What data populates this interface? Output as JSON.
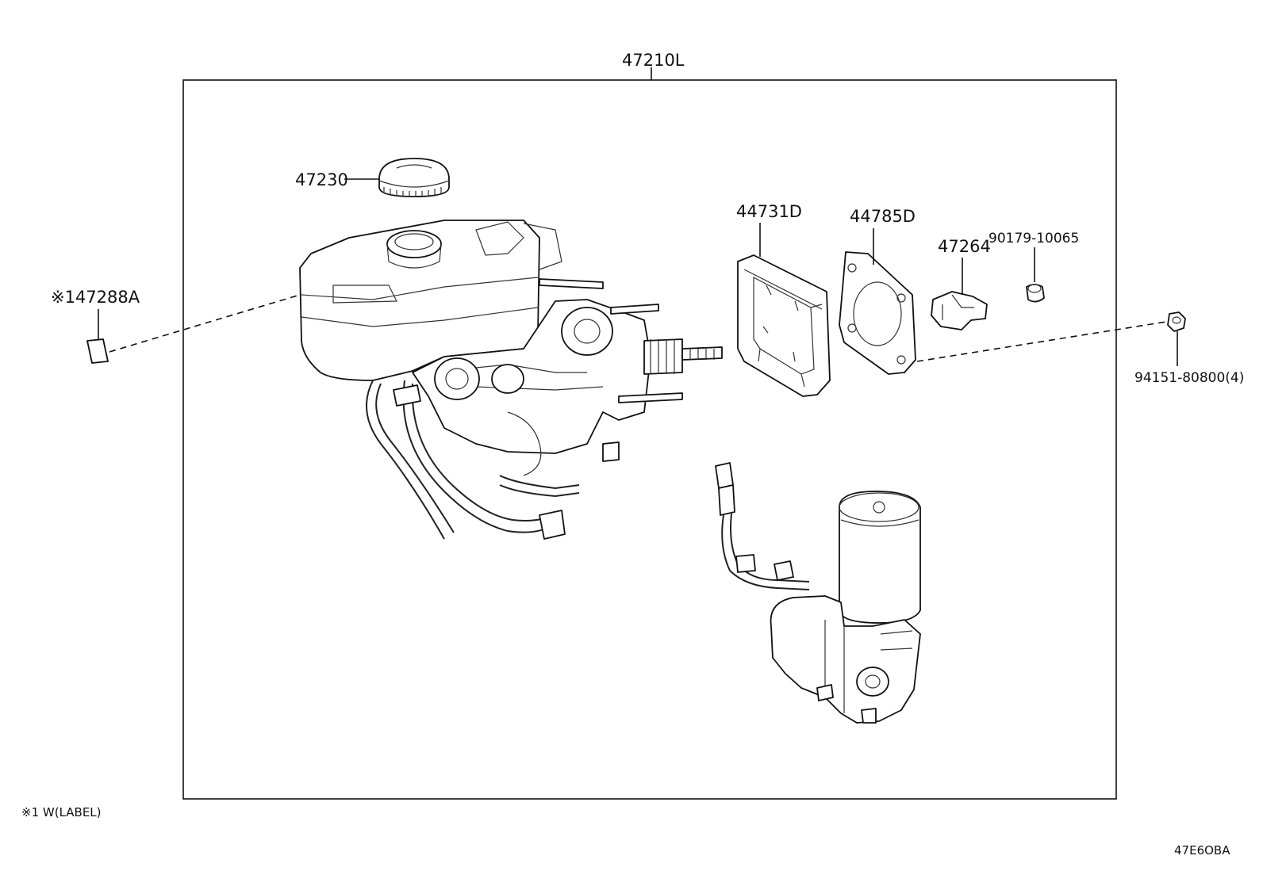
{
  "diagram": {
    "assembly_label": "47210L",
    "parts": [
      {
        "id": "cap",
        "label": "47230"
      },
      {
        "id": "label_sticker",
        "label": "※147288A"
      },
      {
        "id": "frame_gasket",
        "label": "44731D"
      },
      {
        "id": "plate_gasket",
        "label": "44785D"
      },
      {
        "id": "clip",
        "label": "47264"
      },
      {
        "id": "bush",
        "label": "90179-10065"
      },
      {
        "id": "nut",
        "label": "94151-80800(4)"
      }
    ],
    "footnote": "※1 W(LABEL)",
    "figure_code": "47E6OBA"
  }
}
